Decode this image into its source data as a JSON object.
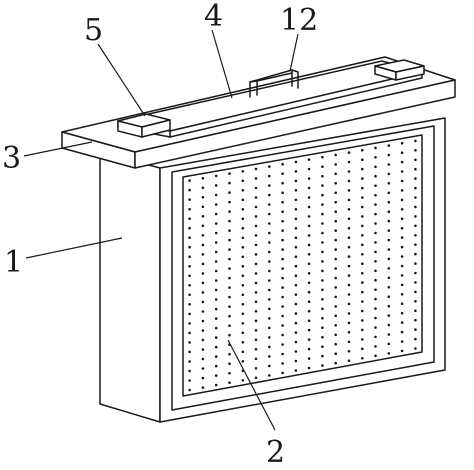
{
  "labels": {
    "casing": "1",
    "mesh_panel": "2",
    "top_plate": "3",
    "top_rail": "4",
    "clamp_block": "5",
    "handle": "12"
  }
}
